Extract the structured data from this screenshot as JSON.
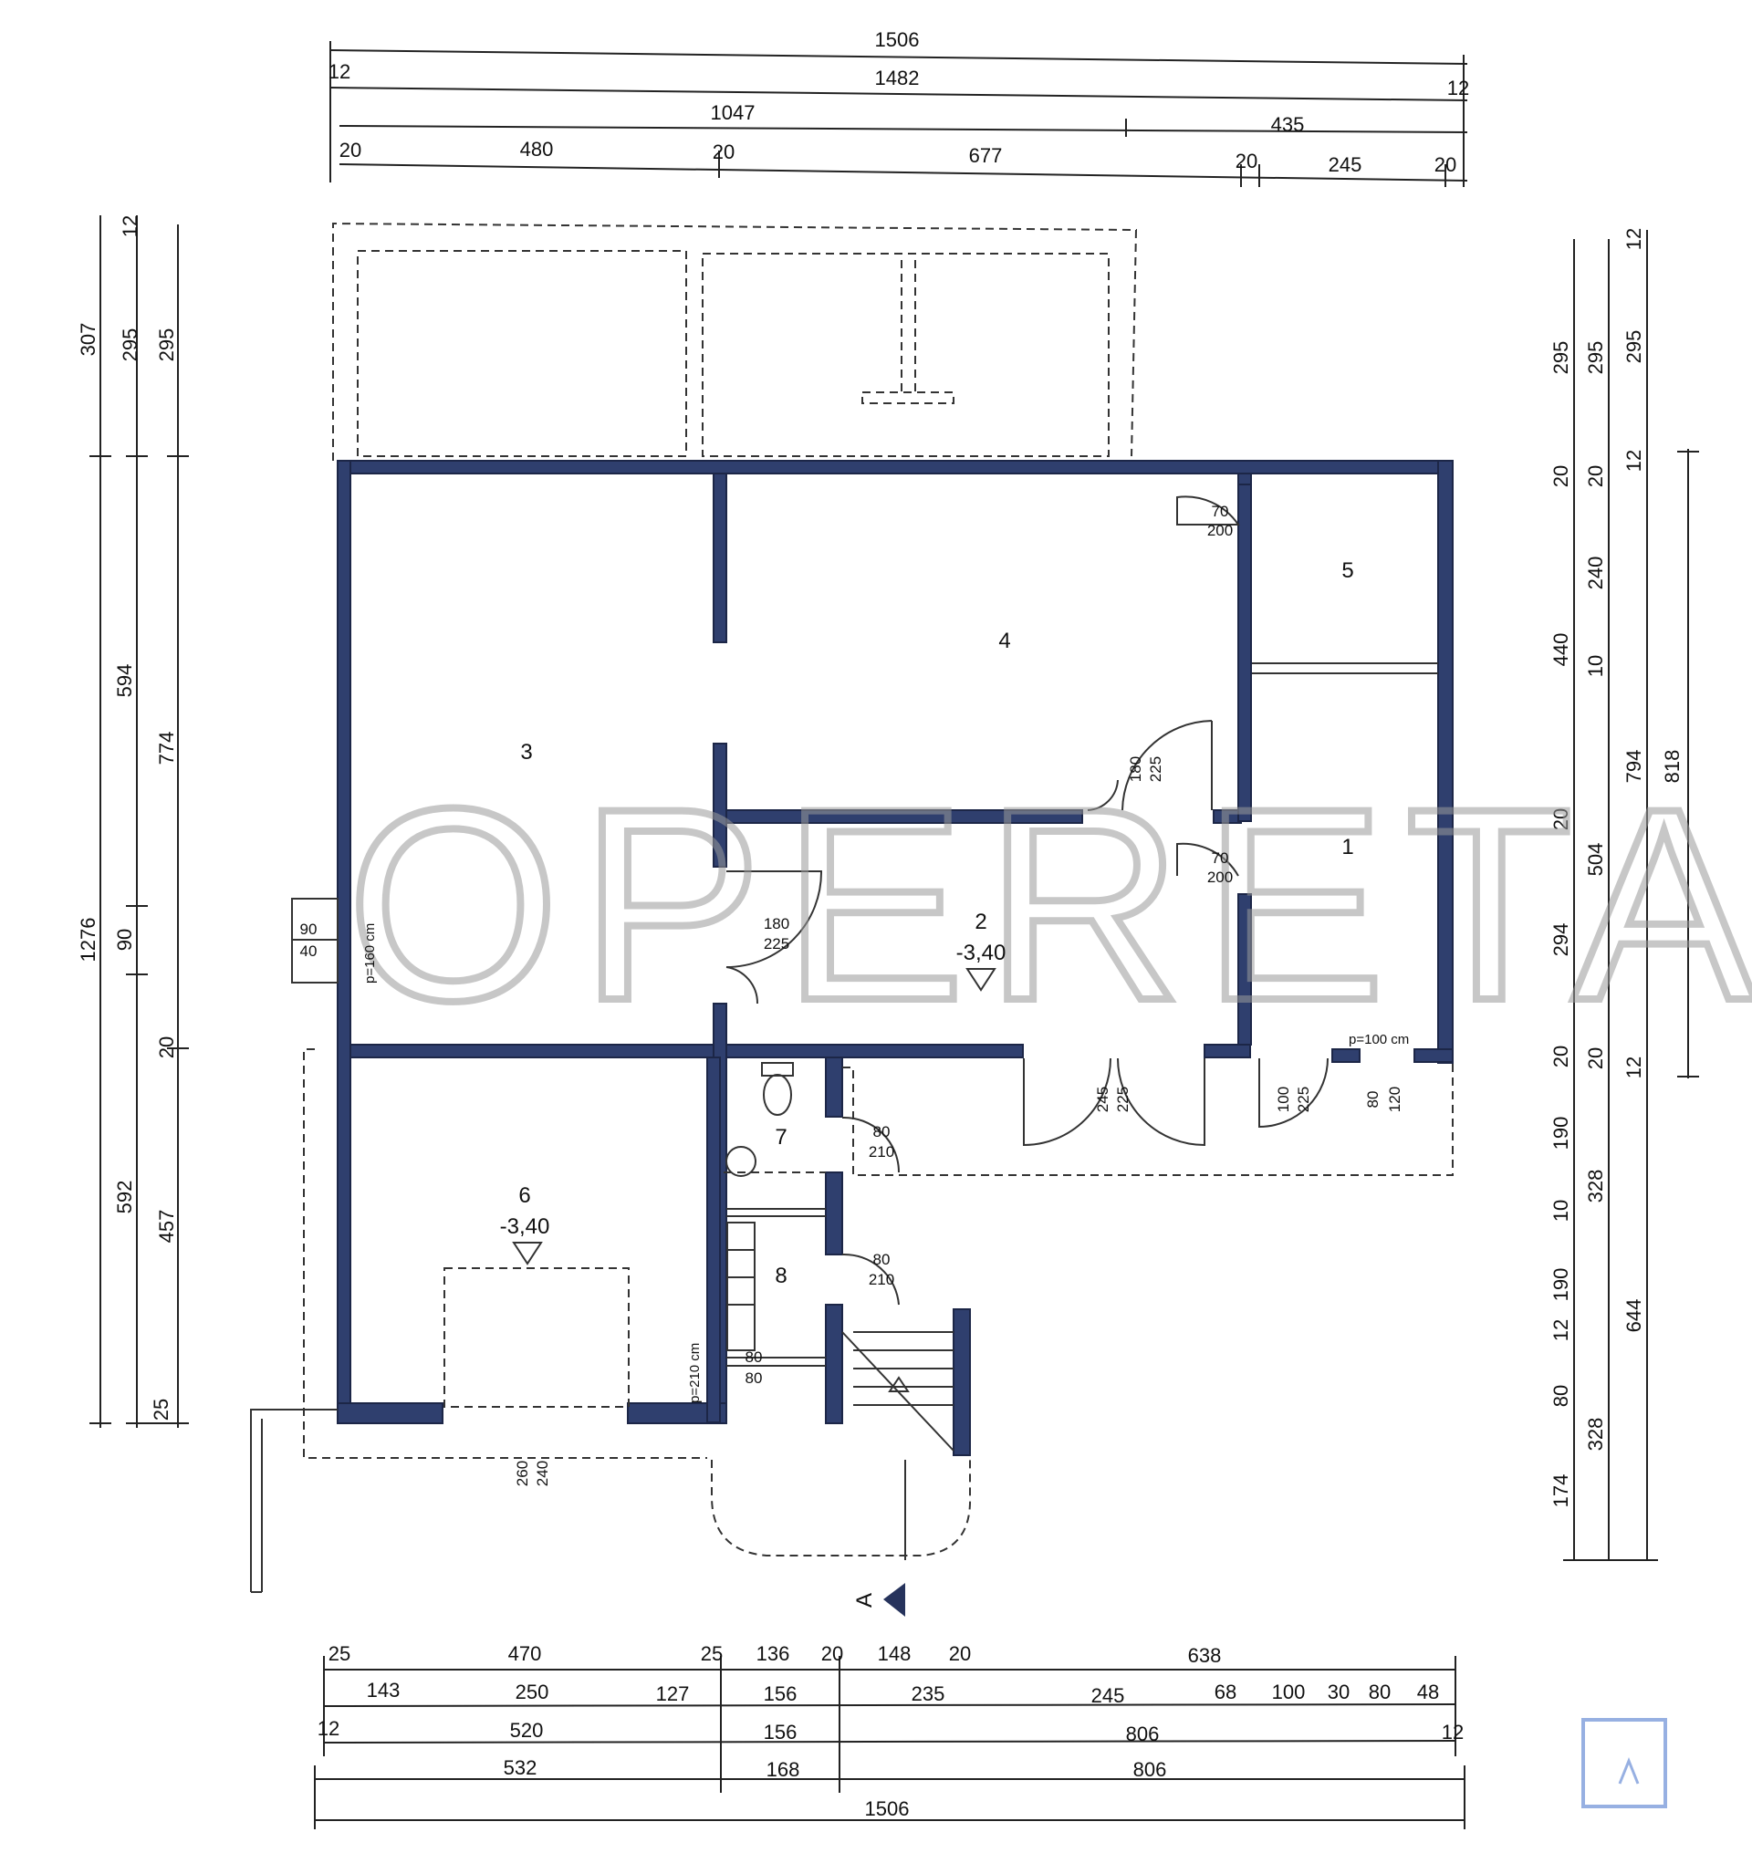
{
  "watermark": "OPERETA",
  "section_marker": "A",
  "dims_top": [
    "1506",
    "12",
    "1482",
    "12",
    "1047",
    "435",
    "20",
    "480",
    "20",
    "677",
    "20",
    "245",
    "20"
  ],
  "dims_bottom": [
    "25",
    "470",
    "25",
    "136",
    "20",
    "148",
    "20",
    "638",
    "143",
    "250",
    "127",
    "156",
    "235",
    "245",
    "68",
    "100",
    "30",
    "80",
    "48",
    "12",
    "520",
    "156",
    "806",
    "12",
    "532",
    "168",
    "806",
    "1506"
  ],
  "dims_left": [
    "307",
    "594",
    "90",
    "592",
    "1276",
    "12",
    "295",
    "25",
    "295",
    "774",
    "20",
    "457"
  ],
  "dims_right": [
    "295",
    "20",
    "440",
    "20",
    "294",
    "20",
    "190",
    "10",
    "190",
    "12",
    "80",
    "174",
    "295",
    "20",
    "240",
    "10",
    "504",
    "20",
    "328",
    "328",
    "12",
    "295",
    "12",
    "794",
    "12",
    "644",
    "818"
  ],
  "rooms": [
    {
      "label": "1"
    },
    {
      "label": "2",
      "level": "-3,40"
    },
    {
      "label": "3"
    },
    {
      "label": "4"
    },
    {
      "label": "5"
    },
    {
      "label": "6",
      "level": "-3,40"
    },
    {
      "label": "7"
    },
    {
      "label": "8"
    }
  ],
  "openings": [
    {
      "w": "70",
      "h": "200"
    },
    {
      "w": "180",
      "h": "225"
    },
    {
      "w": "70",
      "h": "200"
    },
    {
      "w": "180",
      "h": "225"
    },
    {
      "w": "90",
      "h": "40"
    },
    {
      "note": "p=160 cm"
    },
    {
      "w": "245",
      "h": "225"
    },
    {
      "w": "100",
      "h": "225"
    },
    {
      "w": "80",
      "h": "120"
    },
    {
      "note": "p=100 cm"
    },
    {
      "w": "80",
      "h": "210"
    },
    {
      "w": "80",
      "h": "210"
    },
    {
      "w": "80",
      "h": "80"
    },
    {
      "note": "p=210 cm"
    },
    {
      "w": "260",
      "h": "240"
    }
  ]
}
